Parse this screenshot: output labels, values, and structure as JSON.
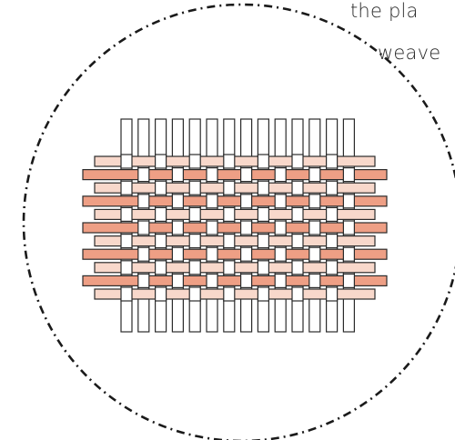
{
  "caption": {
    "line1": "the pla",
    "line2": "weave"
  },
  "colors": {
    "warp_fill": "#ffffff",
    "stroke": "#2b2b2b",
    "weft_light": "#f8d8cb",
    "weft_dark": "#ee9f85",
    "circle_stroke": "#1a1a1a"
  },
  "weave": {
    "pattern": "plain",
    "warp_count": 14,
    "weft_count": 11
  }
}
